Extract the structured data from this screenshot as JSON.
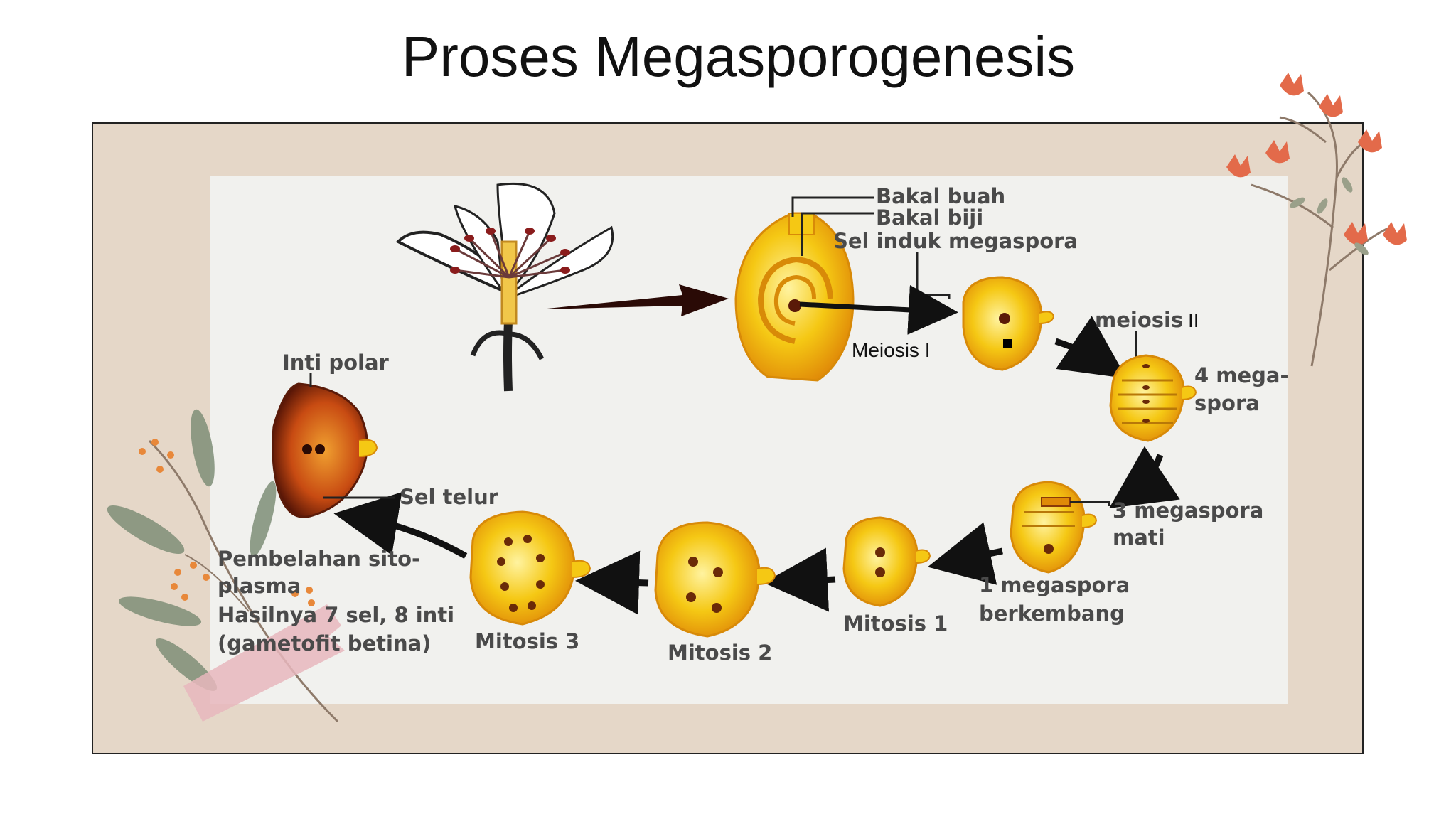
{
  "slide": {
    "title": "Proses Megasporogenesis"
  },
  "diagram": {
    "labels": {
      "bakal_buah": "Bakal buah",
      "bakal_biji": "Bakal biji",
      "sel_induk": "Sel induk megaspora",
      "meiosis_1": "Meiosis I",
      "meiosis_2": "meiosis",
      "meiosis_2_num": "II",
      "four_megaspora_1": "4 mega-",
      "four_megaspora_2": "spora",
      "three_mati_1": "3 megaspora",
      "three_mati_2": "mati",
      "one_berkembang_1": "1 megaspora",
      "one_berkembang_2": "berkembang",
      "mitosis_1": "Mitosis 1",
      "mitosis_2": "Mitosis 2",
      "mitosis_3": "Mitosis 3",
      "inti_polar": "Inti polar",
      "sel_telur": "Sel telur",
      "pembelahan_1": "Pembelahan sito-",
      "pembelahan_2": "plasma",
      "hasil_1": "Hasilnya 7 sel, 8 inti",
      "hasil_2": "(gametofit betina)"
    }
  },
  "colors": {
    "frame_bg": "#e5d7c8",
    "diagram_bg": "#f1f1ee",
    "ovule_yellow": "#f2c40f",
    "ovule_orange": "#e89a0a",
    "nucleus": "#8a2a12",
    "arrow": "#111111",
    "flower_accent": "#e36a4a",
    "leaf": "#7f8f78",
    "tape": "#e7b7bd"
  },
  "decorations": [
    "flower-branch-top-right",
    "leaf-branch-bottom-left",
    "pink-washi-tape"
  ]
}
